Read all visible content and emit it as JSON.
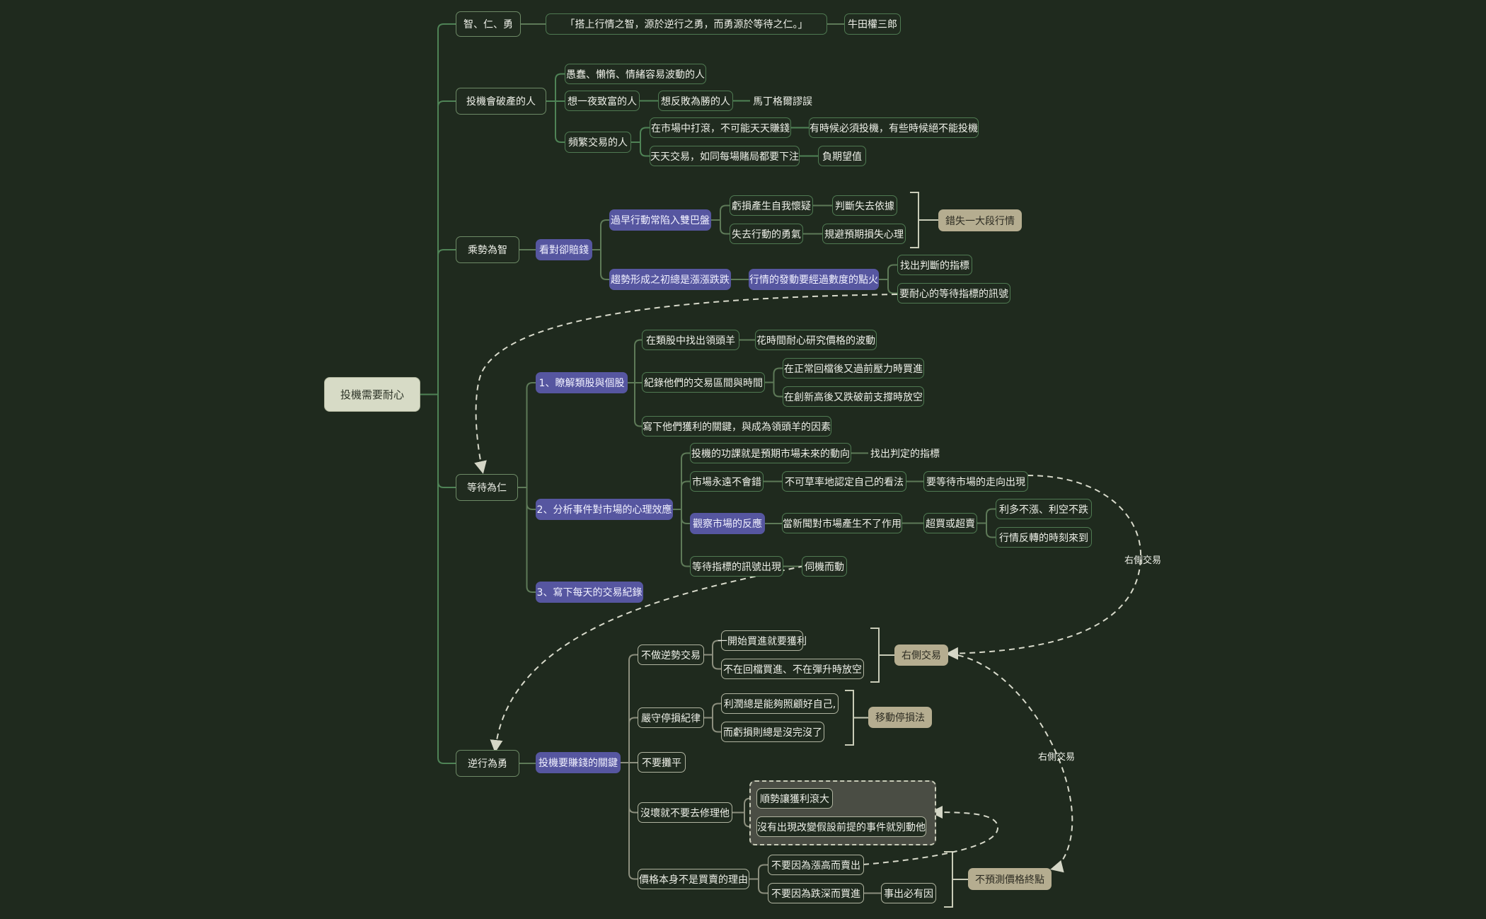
{
  "root": "投機需要耐心",
  "branch1": {
    "title": "智、仁、勇",
    "quote": "「搭上行情之智，源於逆行之勇，而勇源於等待之仁。」",
    "author": "牛田權三郎"
  },
  "branch2": {
    "title": "投機會破產的人",
    "a": "愚蠢、懶惰、情緒容易波動的人",
    "b": "想一夜致富的人",
    "b1": "想反敗為勝的人",
    "b2": "馬丁格爾謬誤",
    "c": "頻繁交易的人",
    "c1": "在市場中打滾，不可能天天賺錢",
    "c1a": "有時候必須投機，有些時候絕不能投機",
    "c2": "天天交易，如同每場賭局都要下注",
    "c2a": "負期望值"
  },
  "branch3": {
    "title": "乘勢為智",
    "key": "看對卻賠錢",
    "a": "過早行動常陷入雙巴盤",
    "a1": "虧損產生自我懷疑",
    "a1a": "判斷失去依據",
    "a2": "失去行動的勇氣",
    "a2a": "規避預期損失心理",
    "tag": "錯失一大段行情",
    "b": "趨勢形成之初總是漲漲跌跌",
    "b1": "行情的發動要經過數度的點火",
    "b1a": "找出判斷的指標",
    "b1b": "要耐心的等待指標的訊號"
  },
  "branch4": {
    "title": "等待為仁",
    "s1": "1、瞭解類股與個股",
    "s1a": "在類股中找出領頭羊",
    "s1a1": "花時間耐心研究價格的波動",
    "s1b": "紀錄他們的交易區間與時間",
    "s1b1": "在正常回檔後又過前壓力時買進",
    "s1b2": "在創新高後又跌破前支撐時放空",
    "s1c": "寫下他們獲利的關鍵，與成為領頭羊的因素",
    "s2": "2、分析事件對市場的心理效應",
    "s2a": "投機的功課就是預期市場未來的動向",
    "s2a1": "找出判定的指標",
    "s2b": "市場永遠不會錯",
    "s2b1": "不可草率地認定自己的看法",
    "s2b2": "要等待市場的走向出現",
    "s2c": "觀察市場的反應",
    "s2c1": "當新聞對市場產生不了作用",
    "s2c2": "超買或超賣",
    "s2c3": "利多不漲、利空不跌",
    "s2c4": "行情反轉的時刻來到",
    "s2d": "等待指標的訊號出現",
    "s2d1": "伺機而動",
    "s3": "3、寫下每天的交易紀錄"
  },
  "branch5": {
    "title": "逆行為勇",
    "key": "投機要賺錢的關鍵",
    "a": "不做逆勢交易",
    "a1": "一開始買進就要獲利",
    "a2": "不在回檔買進、不在彈升時放空",
    "tagA": "右側交易",
    "b": "嚴守停損紀律",
    "b1": "利潤總是能夠照顧好自己,",
    "b2": "而虧損則總是沒完沒了",
    "tagB": "移動停損法",
    "c": "不要攤平",
    "d": "沒壞就不要去修理他",
    "d1": "順勢讓獲利滾大",
    "d2": "沒有出現改變假設前提的事件就別動他",
    "e": "價格本身不是買賣的理由",
    "e1": "不要因為漲高而賣出",
    "e2": "不要因為跌深而買進",
    "e2a": "事出必有因",
    "tagE": "不預測價格終點"
  },
  "relations": {
    "label1": "右側交易",
    "label2": "右側交易"
  }
}
